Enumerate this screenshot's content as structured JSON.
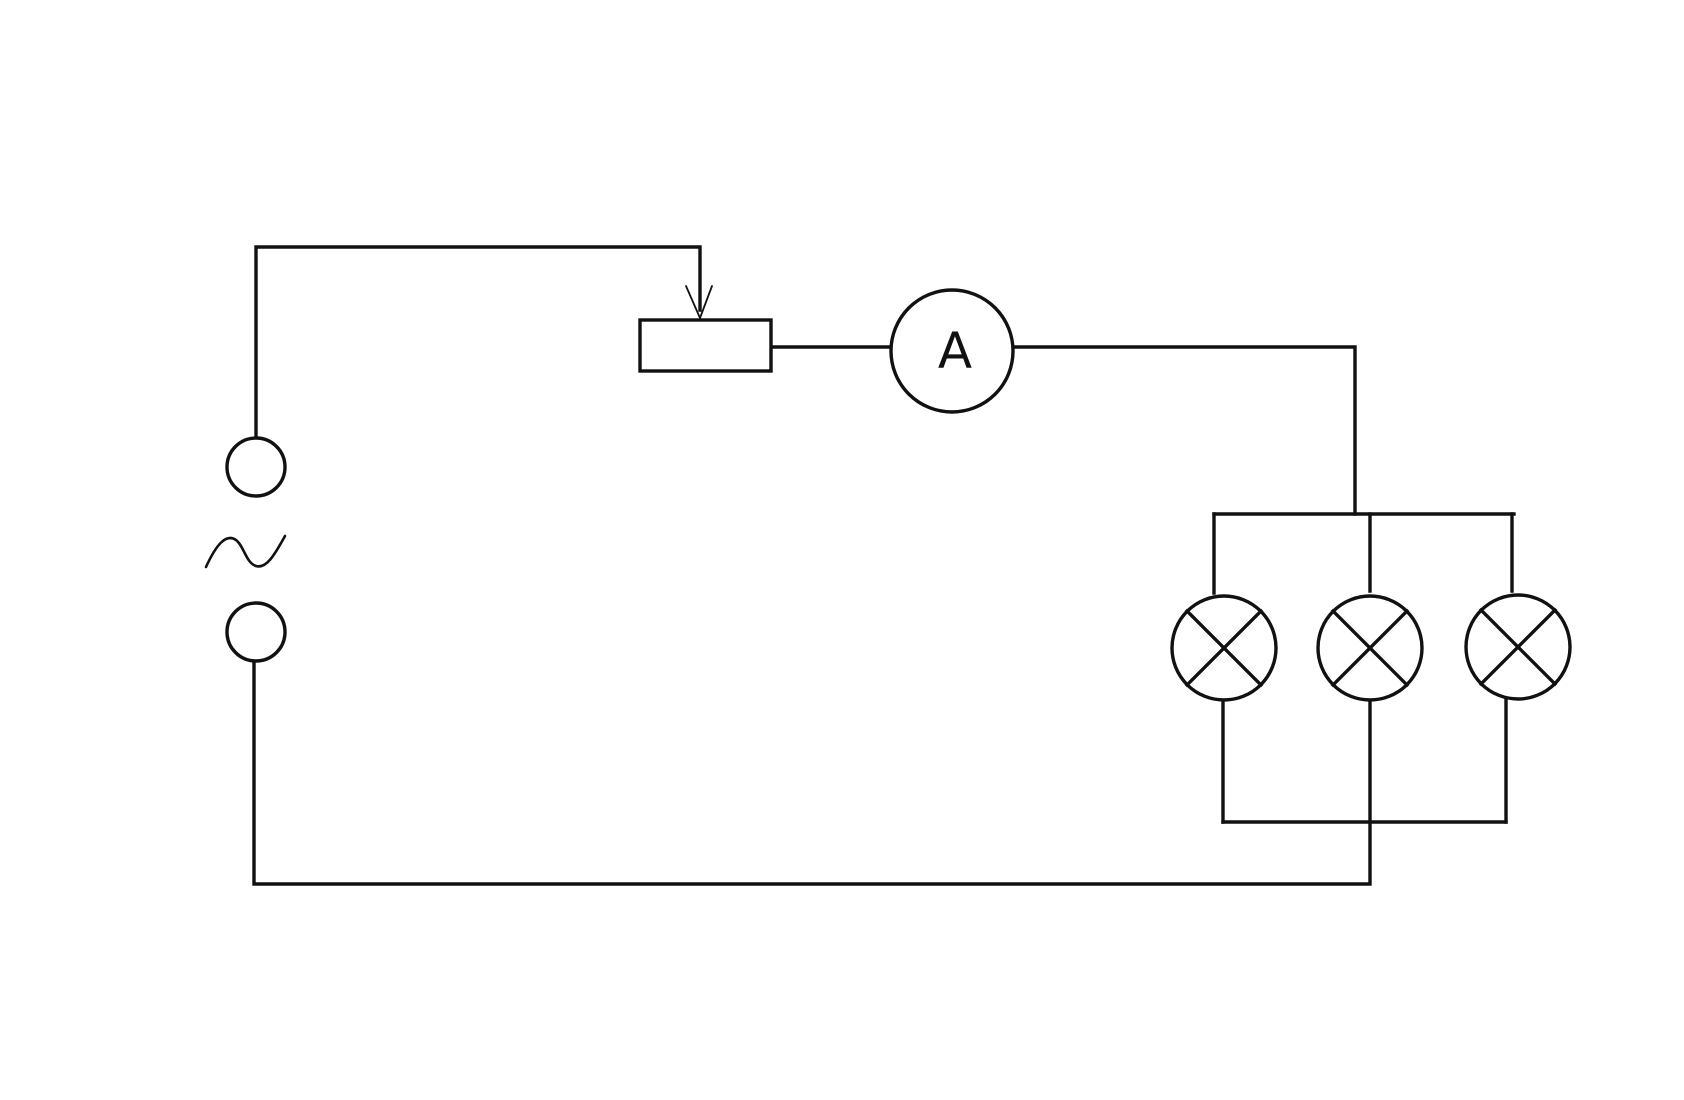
{
  "diagram": {
    "ammeter": {
      "symbol": "A"
    },
    "source": {
      "type": "ac",
      "symbol": "~"
    },
    "lamps": {
      "count": 3
    }
  }
}
